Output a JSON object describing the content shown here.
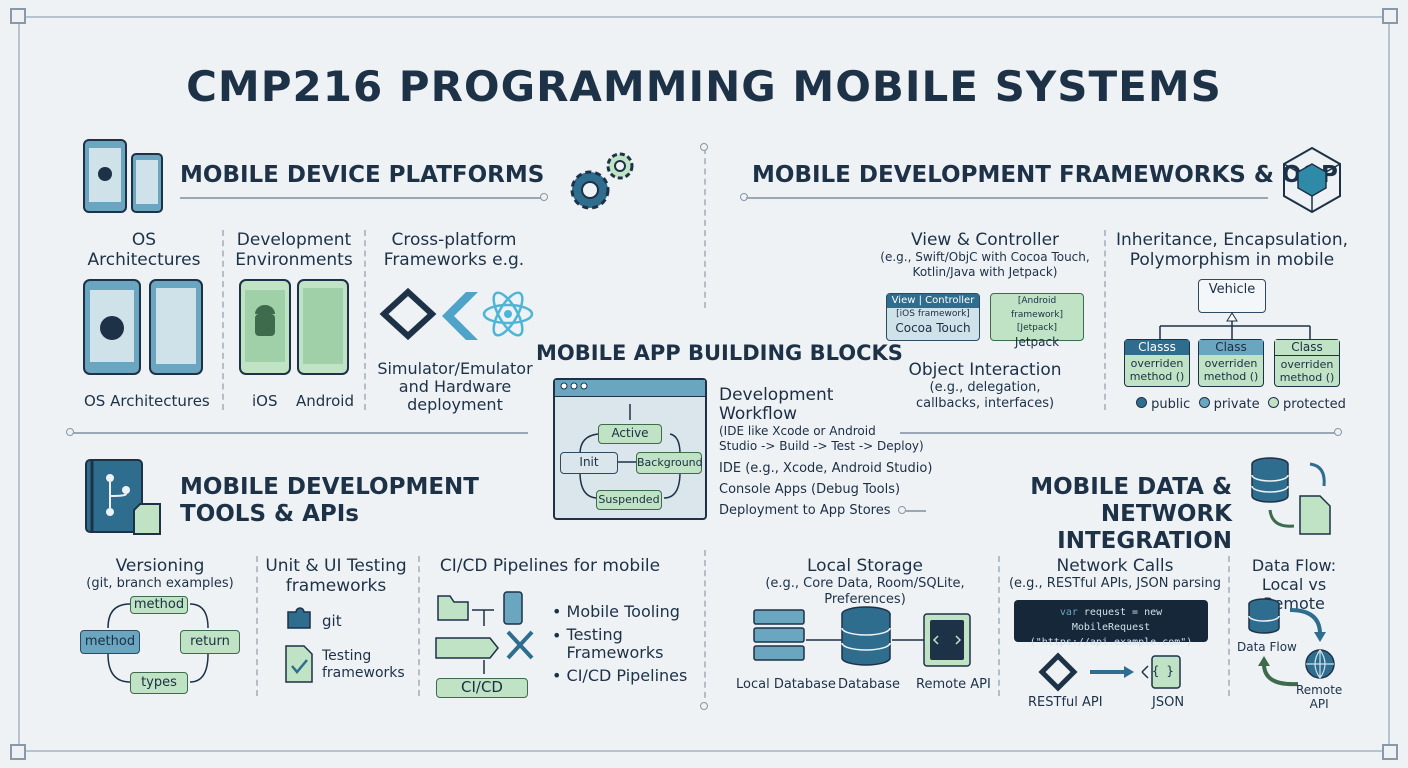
{
  "title": "CMP216 PROGRAMMING MOBILE SYSTEMS",
  "platforms": {
    "heading": "MOBILE DEVICE PLATFORMS",
    "col1_title": "OS\nArchitectures",
    "col1_caption": "OS Architectures",
    "col2_title": "Development\nEnvironments",
    "col2_ios": "iOS",
    "col2_android": "Android",
    "col3_title": "Cross-platform\nFrameworks e.g.",
    "col3_caption": "Simulator/Emulator\nand Hardware\ndeployment"
  },
  "frameworks": {
    "heading": "MOBILE DEVELOPMENT FRAMEWORKS & OOP",
    "vc_title": "View & Controller",
    "vc_sub": "(e.g., Swift/ObjC with Cocoa Touch,\nKotlin/Java with Jetpack)",
    "box1_top": "View | Controller",
    "box1_sub": "[iOS framework]",
    "box1_main": "Cocoa Touch",
    "box2_top": "[Android framework]",
    "box2_sub": "[Jetpack]",
    "box2_main": "Jetpack",
    "oi_title": "Object Interaction",
    "oi_sub": "(e.g., delegation,\ncallbacks, interfaces)",
    "oop_title": "Inheritance, Encapsulation,\nPolymorphism in mobile",
    "parent_class": "Vehicle",
    "classes": [
      {
        "name": "Classs",
        "method": "overriden\nmethod ()"
      },
      {
        "name": "Class",
        "method": "overriden\nmethod ()"
      },
      {
        "name": "Class",
        "method": "overriden\nmethod ()"
      }
    ],
    "legend": [
      "public",
      "private",
      "protected"
    ]
  },
  "building_blocks": {
    "heading": "MOBILE APP BUILDING BLOCKS",
    "states": [
      "Active",
      "Init",
      "Background",
      "Suspended"
    ],
    "workflow_title": "Development\nWorkflow",
    "workflow_sub": "(IDE like Xcode or Android\nStudio -> Build -> Test -> Deploy)",
    "items": [
      "IDE (e.g., Xcode, Android Studio)",
      "Console Apps (Debug Tools)",
      "Deployment to App Stores"
    ]
  },
  "tools": {
    "heading": "MOBILE DEVELOPMENT\nTOOLS & APIs",
    "versioning_title": "Versioning",
    "versioning_sub": "(git, branch examples)",
    "nodes": [
      "method",
      "method",
      "return",
      "types"
    ],
    "testing_title": "Unit & UI Testing\nframeworks",
    "git_label": "git",
    "testing_label": "Testing\nframeworks",
    "cicd_title": "CI/CD Pipelines for mobile",
    "cicd_label": "CI/CD",
    "bullets": [
      "Mobile Tooling",
      "Testing\nFrameworks",
      "CI/CD Pipelines"
    ]
  },
  "data_network": {
    "heading": "MOBILE DATA & NETWORK\nINTEGRATION",
    "storage_title": "Local Storage",
    "storage_sub": "(e.g., Core Data, Room/SQLite, Preferences)",
    "storage_labels": [
      "Local Database",
      "Database",
      "Remote API"
    ],
    "network_title": "Network Calls",
    "network_sub": "(e.g., RESTful APIs, JSON parsing",
    "code_kw": "var",
    "code_rest": " request = new MobileRequest",
    "code_line2": "(\"https://api.example.com\")",
    "restful_label": "RESTful API",
    "json_label": "JSON",
    "json_icon_text": "{ }",
    "flow_title": "Data Flow:\nLocal vs Remote",
    "flow_label": "Data Flow",
    "remote_label": "Remote\nAPI"
  },
  "colors": {
    "navy": "#1d3147",
    "teal": "#2f6d8e",
    "mint": "#bfe3c4",
    "bg": "#eef2f5"
  }
}
